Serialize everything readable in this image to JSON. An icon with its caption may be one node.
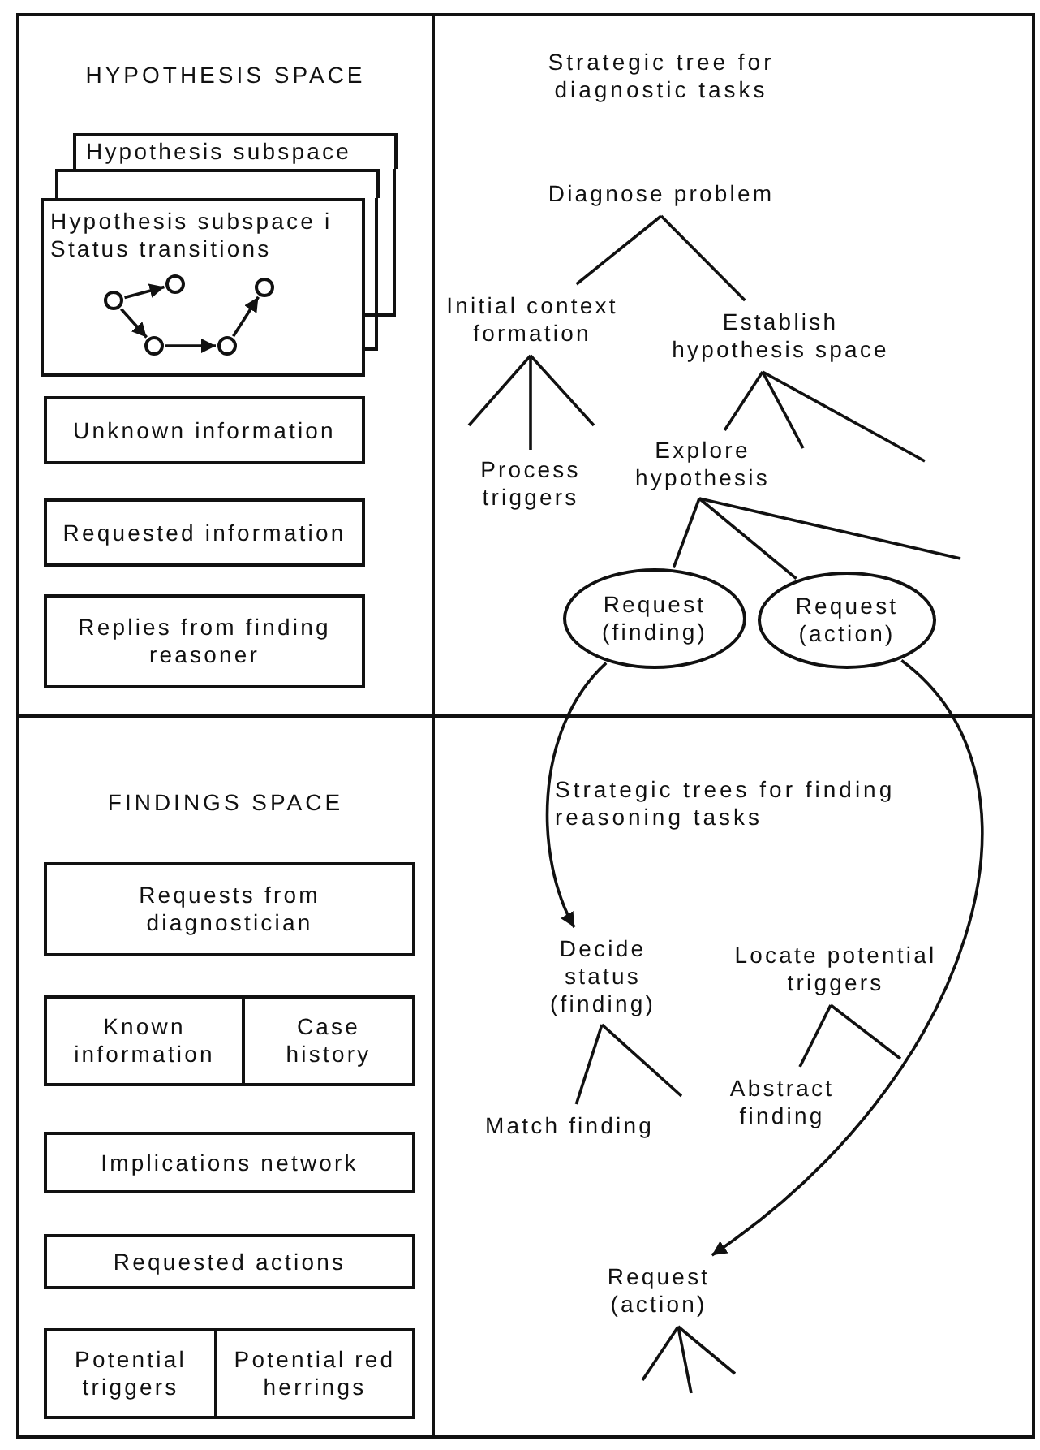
{
  "diagram": {
    "nodes": [
      {
        "text": [
          "HYPOTHESIS SPACE"
        ]
      },
      {
        "text": [
          "Hypothesis subspace"
        ],
        "in": 0
      },
      {
        "text": [],
        "shape": "box",
        "in": 0
      },
      {
        "text": [
          "Hypothesis subspace i",
          "Status transitions"
        ],
        "in": 0
      },
      {
        "text": [],
        "shape": "circle",
        "in": 3
      },
      {
        "text": [],
        "shape": "circle",
        "in": 3
      },
      {
        "text": [],
        "shape": "circle",
        "in": 3
      },
      {
        "text": [],
        "shape": "circle",
        "in": 3
      },
      {
        "text": [],
        "shape": "circle",
        "in": 3
      },
      {
        "text": [
          "Unknown information"
        ],
        "in": 0
      },
      {
        "text": [
          "Requested information"
        ],
        "in": 0
      },
      {
        "text": [
          "Replies from finding reasoner"
        ],
        "in": 0
      },
      {
        "text": [
          "Strategic tree for diagnostic tasks"
        ]
      },
      {
        "text": [
          "Diagnose problem"
        ],
        "in": 12
      },
      {
        "text": [
          "Initial context formation"
        ],
        "in": 12
      },
      {
        "text": [
          "Establish hypothesis space"
        ],
        "in": 12
      },
      {
        "text": [
          "Process triggers"
        ],
        "in": 12
      },
      {
        "text": [
          "Explore hypothesis"
        ],
        "in": 12
      },
      {
        "text": [
          "Request (finding)"
        ],
        "in": 12
      },
      {
        "text": [
          "Request (action)"
        ],
        "in": 12
      },
      {
        "text": [
          "FINDINGS SPACE"
        ]
      },
      {
        "text": [
          "Requests from diagnostician"
        ],
        "in": 20
      },
      {
        "text": [
          "Known information"
        ],
        "in": 20
      },
      {
        "text": [
          "Case history"
        ],
        "in": 20
      },
      {
        "text": [
          "Implications network"
        ],
        "in": 20
      },
      {
        "text": [
          "Requested actions"
        ],
        "in": 20
      },
      {
        "text": [
          "Potential triggers"
        ],
        "in": 20
      },
      {
        "text": [
          "Potential red herrings"
        ],
        "in": 20
      },
      {
        "text": [
          "Strategic trees for finding reasoning tasks"
        ]
      },
      {
        "text": [
          "Decide status (finding)"
        ],
        "in": 28
      },
      {
        "text": [
          "Locate potential triggers"
        ],
        "in": 28
      },
      {
        "text": [
          "Match finding"
        ],
        "in": 28
      },
      {
        "text": [
          "Abstract finding"
        ],
        "in": 28
      },
      {
        "text": [
          "Request (action)"
        ],
        "in": 28
      }
    ],
    "edges": [
      {
        "from": 4,
        "to": 5,
        "arrow": "to"
      },
      {
        "from": 4,
        "to": 6,
        "arrow": "to"
      },
      {
        "from": 6,
        "to": 7,
        "arrow": "to"
      },
      {
        "from": 7,
        "to": 8,
        "arrow": "to"
      },
      {
        "from": 13,
        "to": 14,
        "arrow": "none"
      },
      {
        "from": 13,
        "to": 15,
        "arrow": "none"
      },
      {
        "from": 14,
        "to": 16,
        "arrow": "none"
      },
      {
        "from": 14,
        "to": null,
        "arrow": "none"
      },
      {
        "from": 14,
        "to": null,
        "arrow": "none"
      },
      {
        "from": 15,
        "to": 17,
        "arrow": "none"
      },
      {
        "from": 15,
        "to": null,
        "arrow": "none"
      },
      {
        "from": 15,
        "to": null,
        "arrow": "none"
      },
      {
        "from": 17,
        "to": 18,
        "arrow": "none"
      },
      {
        "from": 17,
        "to": 19,
        "arrow": "none"
      },
      {
        "from": 17,
        "to": null,
        "arrow": "none"
      },
      {
        "from": 18,
        "to": 29,
        "arrow": "to"
      },
      {
        "from": 19,
        "to": 33,
        "arrow": "to"
      },
      {
        "from": 29,
        "to": 31,
        "arrow": "none"
      },
      {
        "from": 29,
        "to": null,
        "arrow": "none"
      },
      {
        "from": 30,
        "to": 32,
        "arrow": "none"
      },
      {
        "from": 30,
        "to": null,
        "arrow": "none"
      },
      {
        "from": 33,
        "to": null,
        "arrow": "none"
      },
      {
        "from": 33,
        "to": null,
        "arrow": "none"
      },
      {
        "from": 33,
        "to": null,
        "arrow": "none"
      }
    ]
  }
}
